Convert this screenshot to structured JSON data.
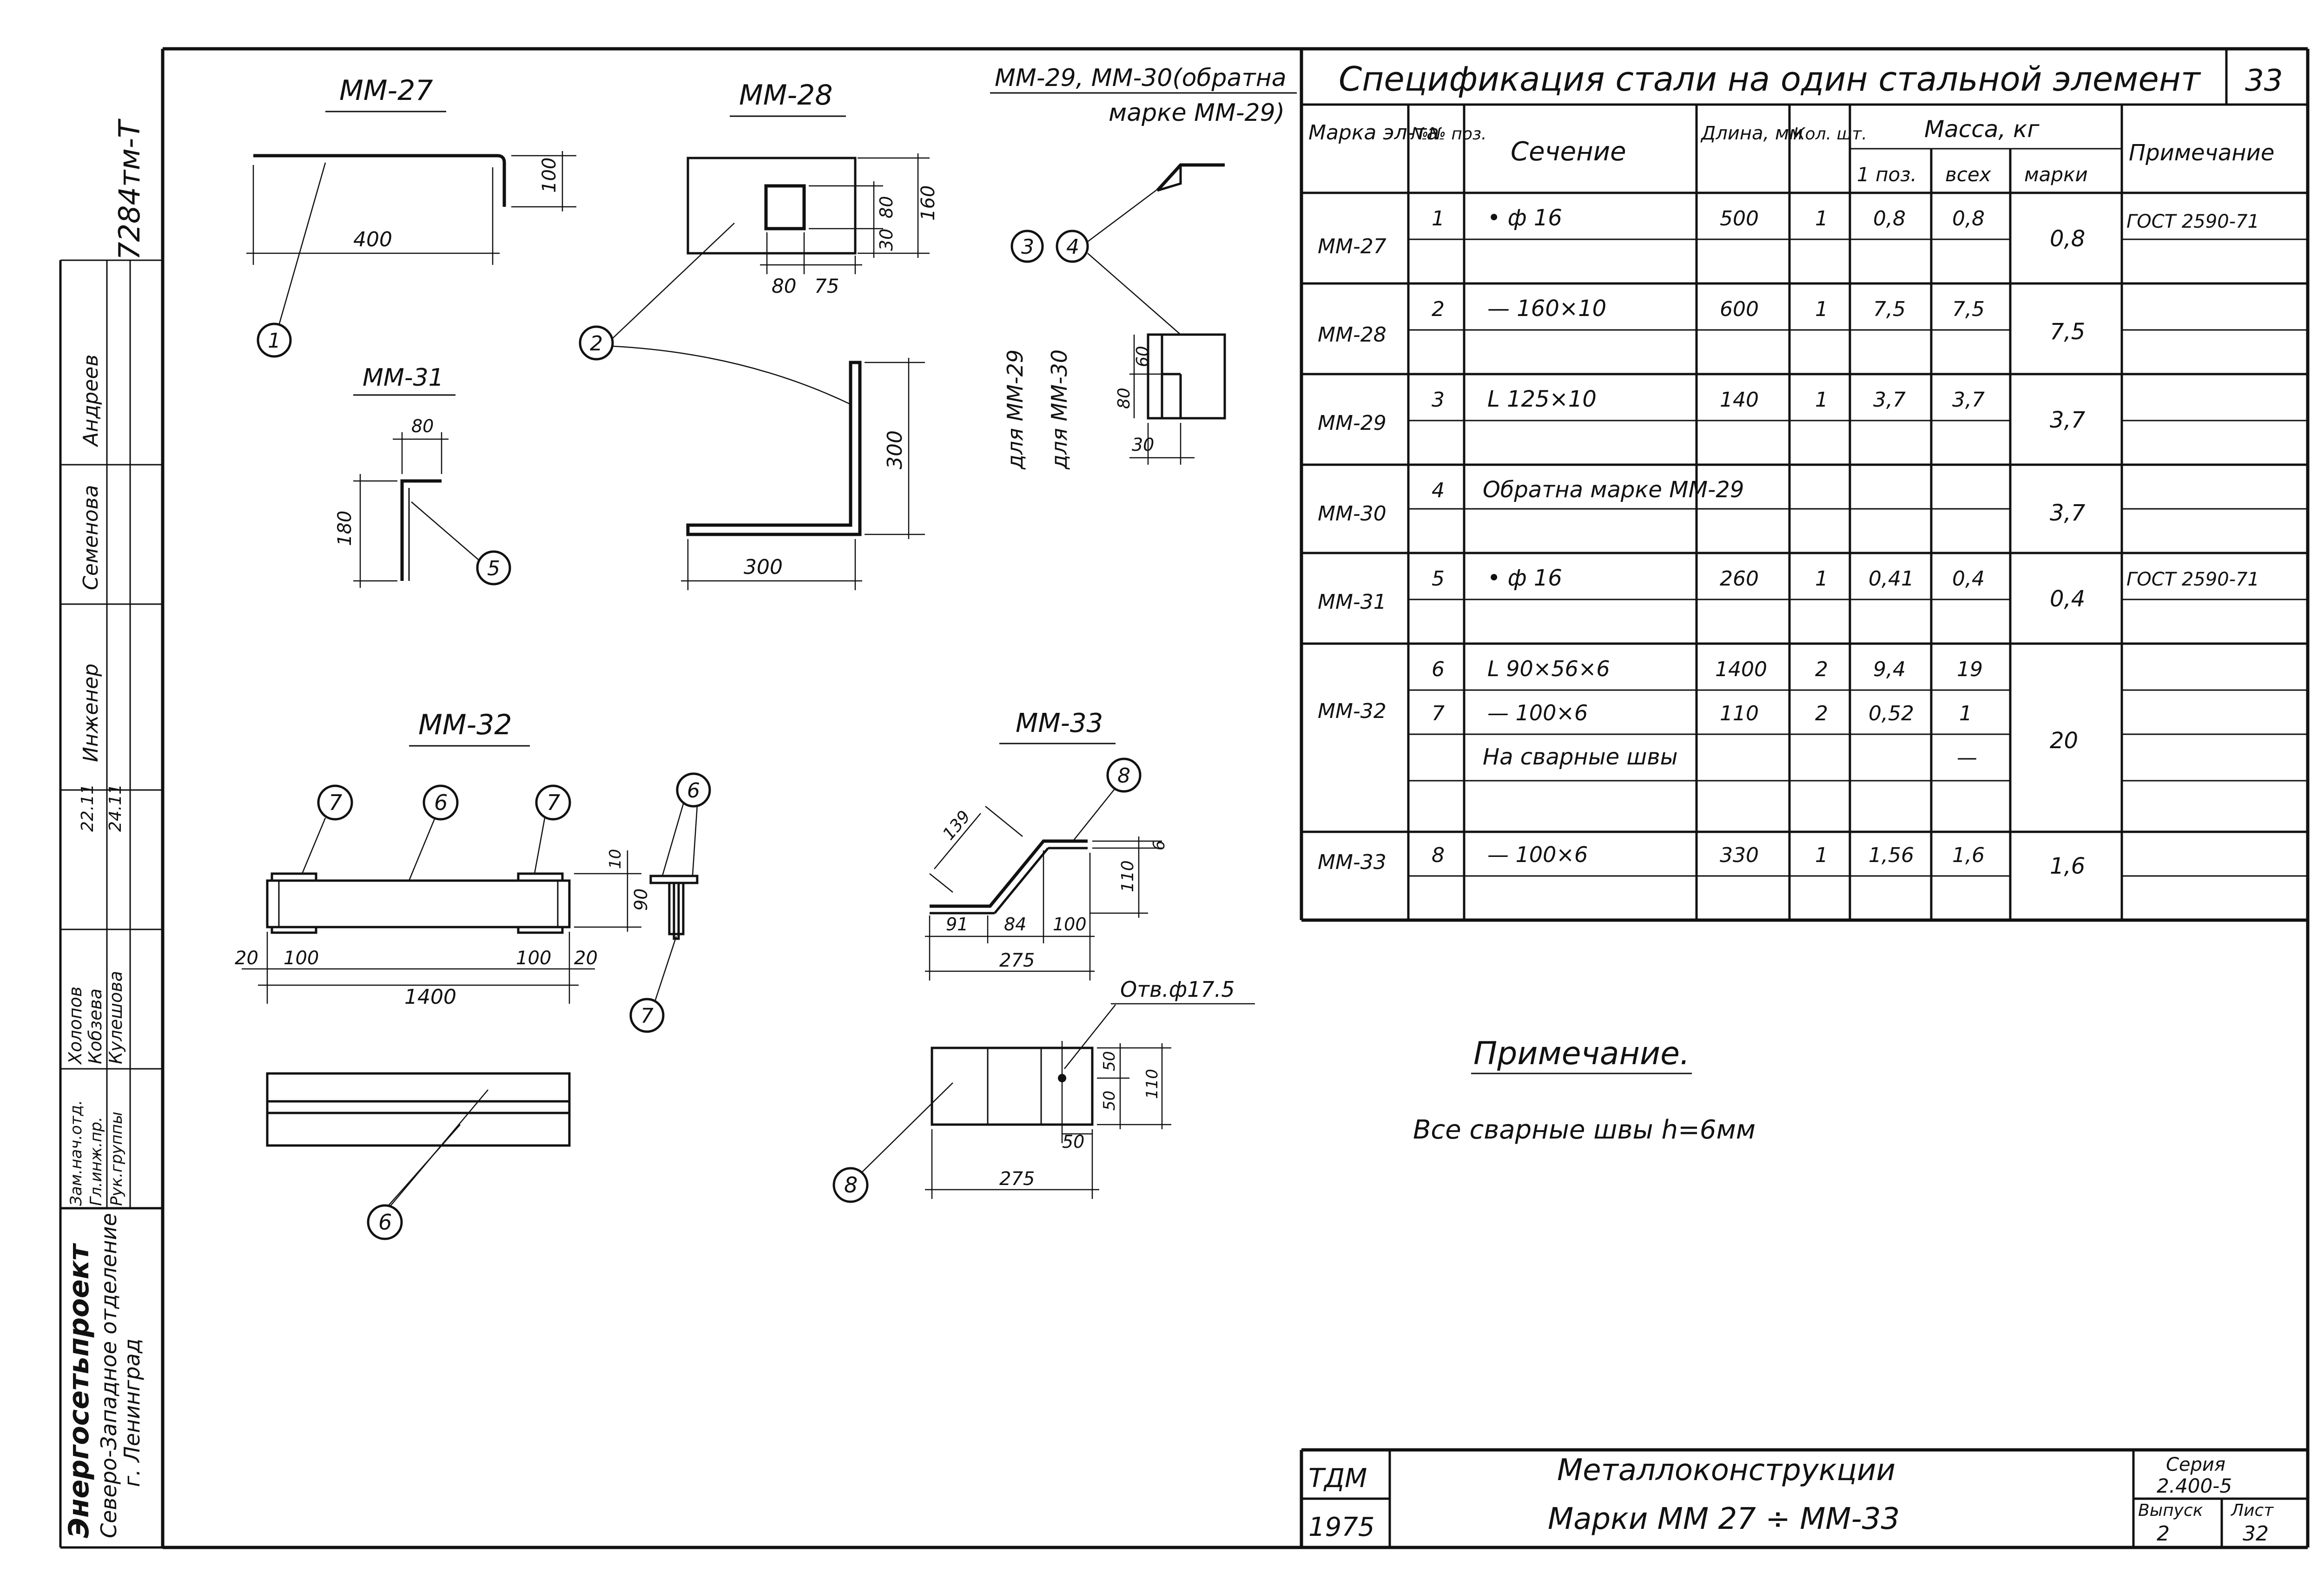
{
  "side_stamp": {
    "doc_number": "7284тм-Т",
    "signatures": [
      "Андреев",
      "Семенова",
      "Инженер",
      "22.11",
      "24.11"
    ],
    "staff": [
      "Холопов",
      "Кобзева",
      "Кулешова"
    ],
    "roles": [
      "Зам.нач.отд.",
      "Гл.инж.пр.",
      "Рук.группы"
    ],
    "org1": "Энергосетьпроект",
    "org2": "Северо-Западное отделение",
    "org3": "г. Ленинград"
  },
  "drawings": {
    "mm27": {
      "title": "ММ-27",
      "d_length": "400",
      "d_height": "100",
      "balloon": "1"
    },
    "mm28": {
      "title": "ММ-28",
      "d_w1": "80",
      "d_w2": "75",
      "d_h1": "80",
      "d_h2": "30",
      "d_h3": "160",
      "d_vert": "300",
      "d_horiz": "300",
      "balloon": "2"
    },
    "mm29": {
      "title1": "ММ-29, ММ-30(обратна",
      "title2": "марке ММ-29)",
      "for1": "для ММ-29",
      "for2": "для ММ-30",
      "d_a": "60",
      "d_b": "80",
      "d_c": "30",
      "balloon_a": "3",
      "balloon_b": "4"
    },
    "mm31": {
      "title": "ММ-31",
      "d_top": "80",
      "d_height": "180",
      "balloon": "5"
    },
    "mm32": {
      "title": "ММ-32",
      "d_left": "20",
      "d_pad1": "100",
      "d_total": "1400",
      "d_pad2": "100",
      "d_right": "20",
      "d_h": "90",
      "d_t": "10",
      "balloon_6": "6",
      "balloon_7": "7"
    },
    "mm33": {
      "title": "ММ-33",
      "d_139": "139",
      "d_6": "6",
      "d_110": "110",
      "d_91": "91",
      "d_84": "84",
      "d_100": "100",
      "d_275a": "275",
      "hole": "Отв.ф17.5",
      "d_50a": "50",
      "d_50b": "50",
      "d_110b": "110",
      "d_50c": "50",
      "d_275b": "275",
      "balloon": "8"
    }
  },
  "spec": {
    "title": "Спецификация стали на один стальной элемент",
    "sheet_no": "33",
    "headers": {
      "mark": "Марка эл-та",
      "pos": "№№ поз.",
      "section": "Сечение",
      "length": "Длина, мм",
      "qty": "Кол. шт.",
      "mass": "Масса, кг",
      "mass_pos": "1 поз.",
      "mass_all": "всех",
      "mass_mark": "марки",
      "note": "Примечание"
    },
    "rows": [
      {
        "mark": "ММ-27",
        "pos": "1",
        "section": "• ф 16",
        "length": "500",
        "qty": "1",
        "m1": "0,8",
        "mall": "0,8",
        "mmark": "0,8",
        "note": "ГОСТ 2590-71"
      },
      {
        "mark": "ММ-28",
        "pos": "2",
        "section": "— 160×10",
        "length": "600",
        "qty": "1",
        "m1": "7,5",
        "mall": "7,5",
        "mmark": "7,5",
        "note": ""
      },
      {
        "mark": "ММ-29",
        "pos": "3",
        "section": "L 125×10",
        "length": "140",
        "qty": "1",
        "m1": "3,7",
        "mall": "3,7",
        "mmark": "3,7",
        "note": ""
      },
      {
        "mark": "ММ-30",
        "pos": "4",
        "section": "Обратна марке ММ-29",
        "length": "",
        "qty": "",
        "m1": "",
        "mall": "",
        "mmark": "3,7",
        "note": ""
      },
      {
        "mark": "ММ-31",
        "pos": "5",
        "section": "• ф 16",
        "length": "260",
        "qty": "1",
        "m1": "0,41",
        "mall": "0,4",
        "mmark": "0,4",
        "note": "ГОСТ 2590-71"
      },
      {
        "mark": "ММ-32",
        "pos": "6",
        "section": "L 90×56×6",
        "length": "1400",
        "qty": "2",
        "m1": "9,4",
        "mall": "19",
        "mmark": "20",
        "note": ""
      },
      {
        "mark": "",
        "pos": "7",
        "section": "— 100×6",
        "length": "110",
        "qty": "2",
        "m1": "0,52",
        "mall": "1",
        "mmark": "",
        "note": ""
      },
      {
        "mark": "",
        "pos": "",
        "section": "На сварные швы",
        "length": "",
        "qty": "",
        "m1": "",
        "mall": "—",
        "mmark": "",
        "note": ""
      },
      {
        "mark": "ММ-33",
        "pos": "8",
        "section": "— 100×6",
        "length": "330",
        "qty": "1",
        "m1": "1,56",
        "mall": "1,6",
        "mmark": "1,6",
        "note": ""
      }
    ]
  },
  "note": {
    "heading": "Примечание.",
    "text": "Все сварные швы h=6мм"
  },
  "title_block": {
    "org": "ТДМ",
    "year": "1975",
    "line1": "Металлоконструкции",
    "line2": "Марки ММ 27 ÷ ММ-33",
    "series_label": "Серия",
    "series": "2.400-5",
    "issue_label": "Выпуск",
    "issue": "2",
    "sheet_label": "Лист",
    "sheet": "32"
  }
}
